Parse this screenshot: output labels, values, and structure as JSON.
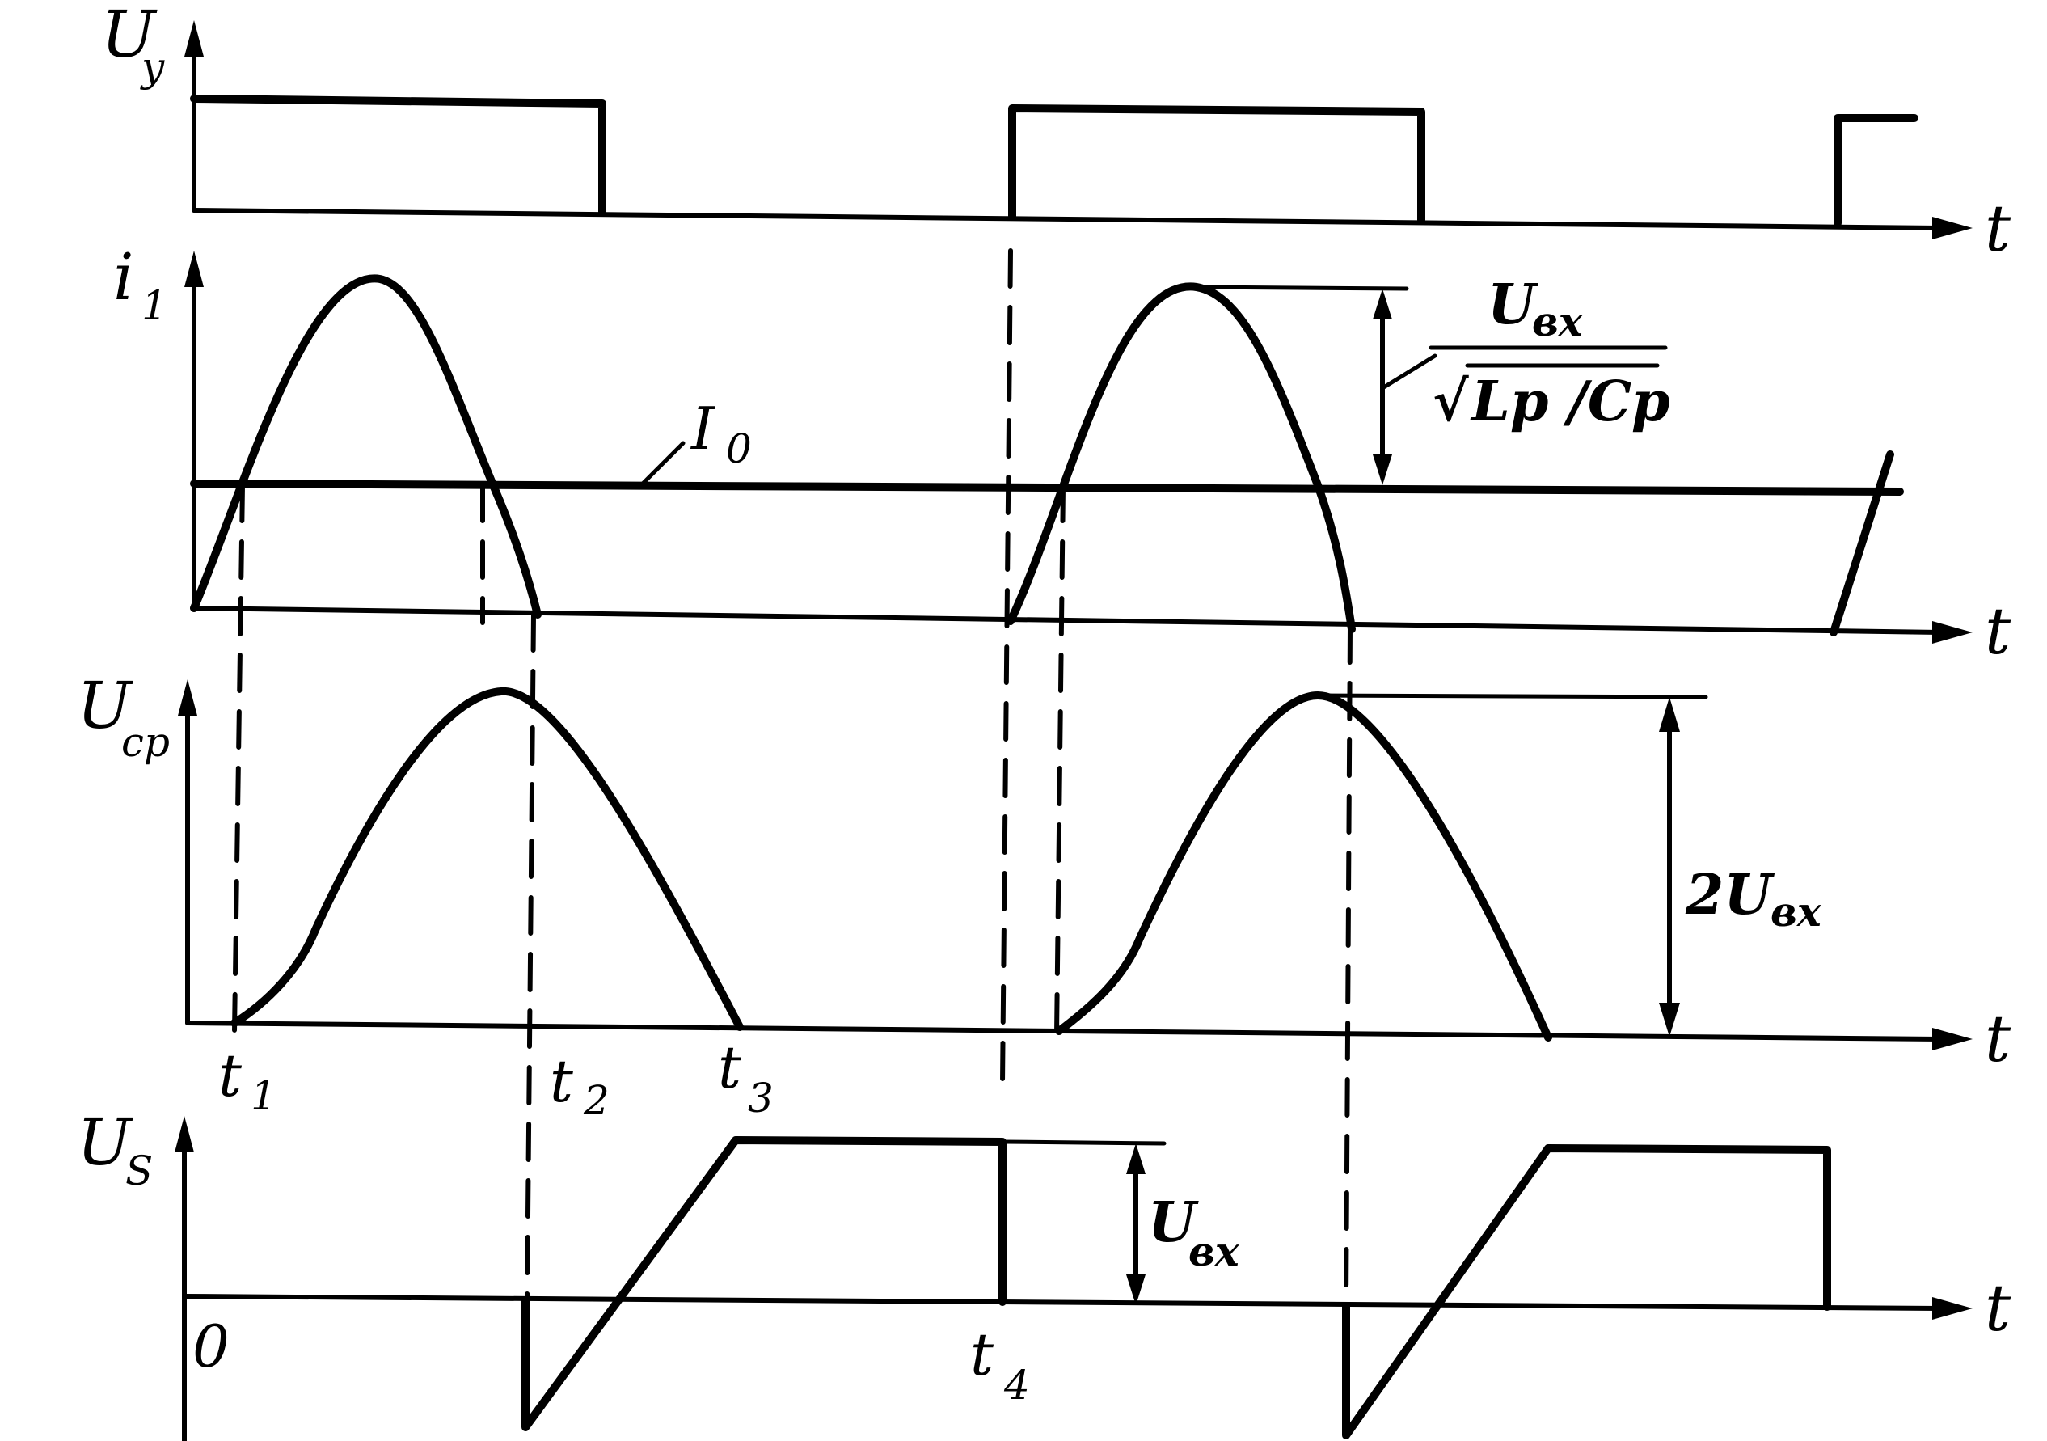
{
  "diagram": {
    "colors": {
      "ink": "#000000",
      "paper": "#ffffff"
    },
    "axes": {
      "uy": {
        "var": "U",
        "sub": "y"
      },
      "i1": {
        "var": "i",
        "sub": "1"
      },
      "ucp": {
        "var": "U",
        "sub": "cp"
      },
      "us": {
        "var": "U",
        "sub": "S"
      },
      "t": "t"
    },
    "labels": {
      "I0": "I",
      "I0_sub": "0",
      "origin": "0",
      "t1": "t",
      "t1_sub": "1",
      "t2": "t",
      "t2_sub": "2",
      "t3": "t",
      "t3_sub": "3",
      "t4": "t",
      "t4_sub": "4"
    },
    "annotations": {
      "amp_num": "U",
      "amp_num_sub": "вх",
      "amp_den_root": "√",
      "amp_den": "Lp /Cp",
      "two_u": "2U",
      "two_u_sub": "вх",
      "u_in": "U",
      "u_in_sub": "вх"
    }
  }
}
